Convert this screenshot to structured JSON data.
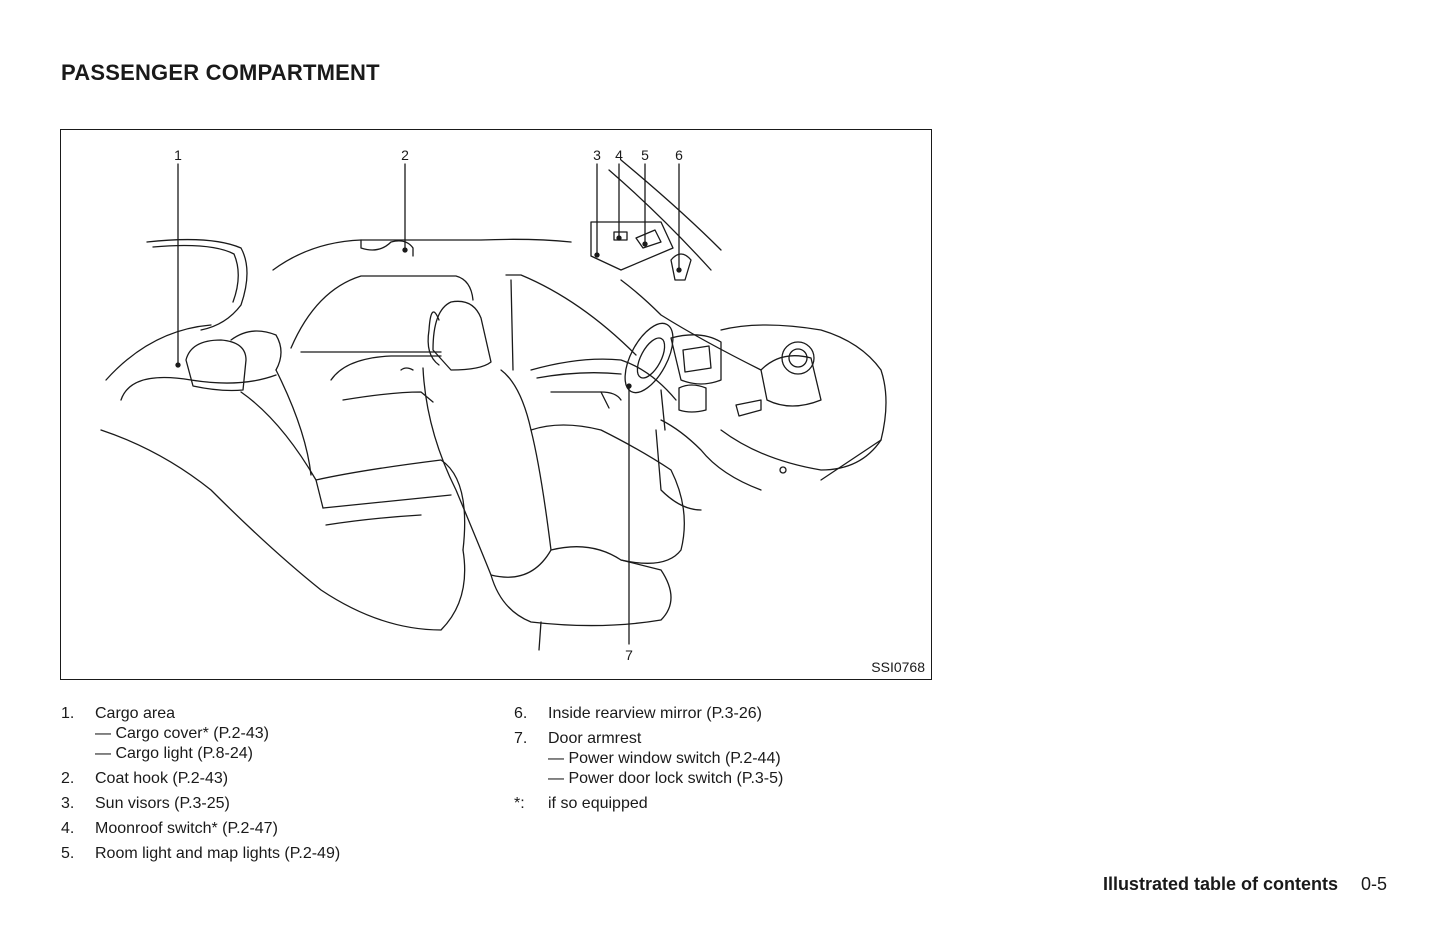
{
  "page": {
    "title": "PASSENGER COMPARTMENT"
  },
  "figure": {
    "code": "SSI0768",
    "callouts": [
      "1",
      "2",
      "3",
      "4",
      "5",
      "6",
      "7"
    ]
  },
  "legend": {
    "items_left": [
      {
        "num": "1.",
        "text": "Cargo area",
        "subs": [
          "— Cargo cover* (P.2-43)",
          "— Cargo light (P.8-24)"
        ]
      },
      {
        "num": "2.",
        "text": "Coat hook (P.2-43)",
        "subs": []
      },
      {
        "num": "3.",
        "text": "Sun visors (P.3-25)",
        "subs": []
      },
      {
        "num": "4.",
        "text": "Moonroof switch* (P.2-47)",
        "subs": []
      },
      {
        "num": "5.",
        "text": "Room light and map lights (P.2-49)",
        "subs": []
      }
    ],
    "items_right": [
      {
        "num": "6.",
        "text": "Inside rearview mirror (P.3-26)",
        "subs": []
      },
      {
        "num": "7.",
        "text": "Door armrest",
        "subs": [
          "— Power window switch (P.2-44)",
          "— Power door lock switch (P.3-5)"
        ]
      },
      {
        "num": "*:",
        "text": "if so equipped",
        "subs": []
      }
    ]
  },
  "footer": {
    "section": "Illustrated table of contents",
    "page_number": "0-5"
  }
}
